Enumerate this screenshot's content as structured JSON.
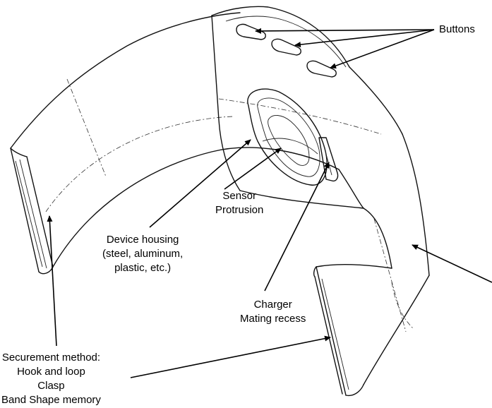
{
  "labels": {
    "buttons": "Buttons",
    "sensor_line1": "Sensor",
    "sensor_line2": "Protrusion",
    "housing_line1": "Device housing",
    "housing_line2": "(steel, aluminum,",
    "housing_line3": "plastic, etc.)",
    "charger_line1": "Charger",
    "charger_line2": "Mating recess",
    "securement_line1": "Securement method:",
    "securement_line2": "Hook and loop",
    "securement_line3": "Clasp",
    "securement_line4": "Band Shape memory"
  },
  "colors": {
    "ink": "#000000",
    "background": "#ffffff"
  }
}
